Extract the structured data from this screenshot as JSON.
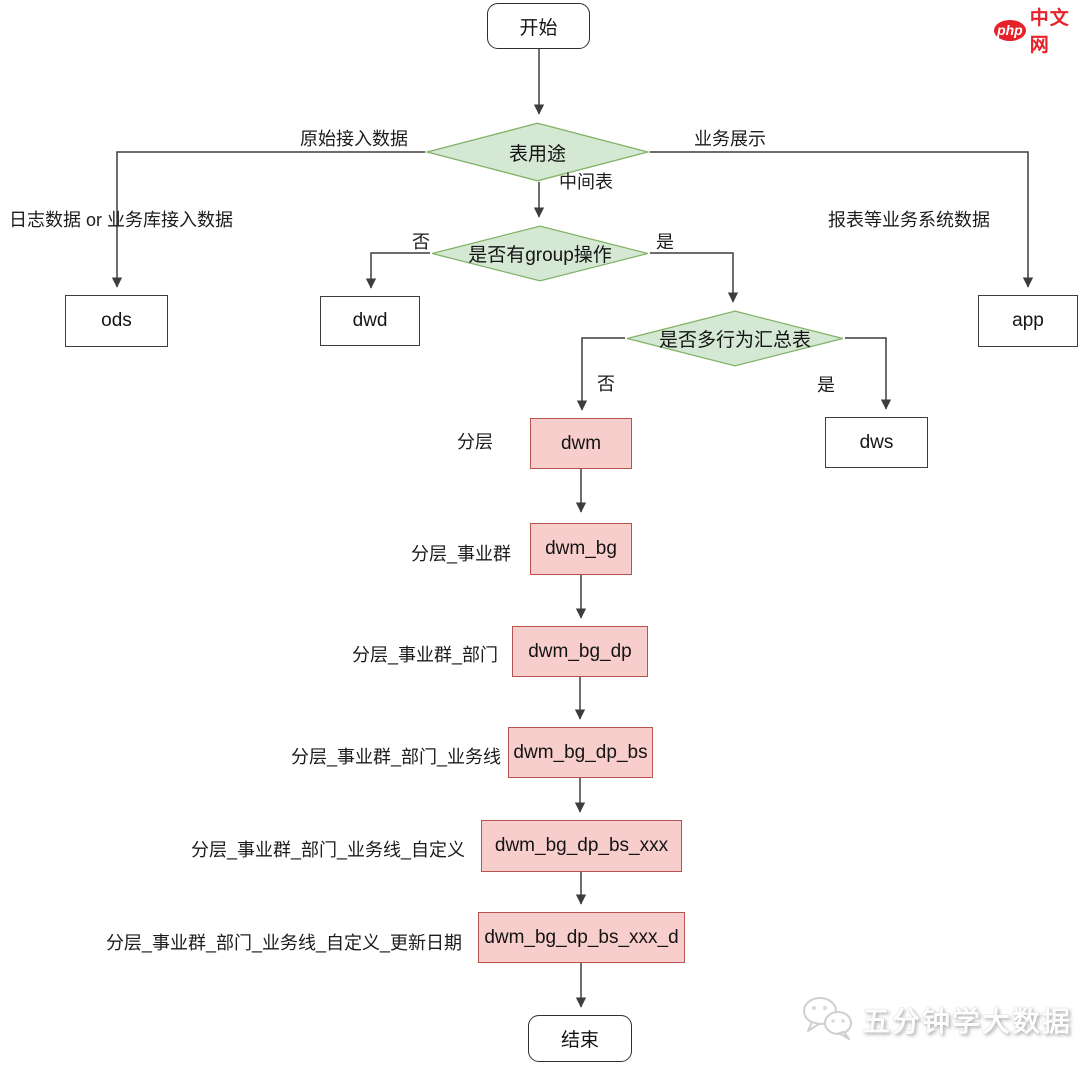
{
  "page": {
    "background": "#ffffff"
  },
  "logo": {
    "badge": "php",
    "text": "中文网",
    "color": "#e62129"
  },
  "watermark": {
    "text": "五分钟学大数据",
    "icon": "wechat-icon"
  },
  "colors": {
    "diamond_fill": "#d5e8d4",
    "diamond_border": "#82b366",
    "pink_fill": "#f8cecc",
    "pink_border": "#b85450",
    "box_border": "#3d3d3d",
    "line": "#3d3d3d"
  },
  "nodes": {
    "start": {
      "label": "开始",
      "type": "terminal"
    },
    "decision_usage": {
      "label": "表用途",
      "type": "decision"
    },
    "decision_group": {
      "label": "是否有group操作",
      "type": "decision"
    },
    "decision_multi": {
      "label": "是否多行为汇总表",
      "type": "decision"
    },
    "ods": {
      "label": "ods",
      "type": "process"
    },
    "dwd": {
      "label": "dwd",
      "type": "process"
    },
    "app": {
      "label": "app",
      "type": "process"
    },
    "dws": {
      "label": "dws",
      "type": "process"
    },
    "dwm": {
      "label": "dwm",
      "type": "process-pink"
    },
    "dwm_bg": {
      "label": "dwm_bg",
      "type": "process-pink"
    },
    "dwm_bg_dp": {
      "label": "dwm_bg_dp",
      "type": "process-pink"
    },
    "dwm_bg_dp_bs": {
      "label": "dwm_bg_dp_bs",
      "type": "process-pink"
    },
    "dwm_bg_dp_bs_xxx": {
      "label": "dwm_bg_dp_bs_xxx",
      "type": "process-pink"
    },
    "dwm_bg_dp_bs_xxx_d": {
      "label": "dwm_bg_dp_bs_xxx_d",
      "type": "process-pink"
    },
    "end": {
      "label": "结束",
      "type": "terminal"
    }
  },
  "edge_labels": {
    "raw_data": "原始接入数据",
    "business_display": "业务展示",
    "intermediate": "中间表",
    "group_no": "否",
    "group_yes": "是",
    "multi_no": "否",
    "multi_yes": "是"
  },
  "annotations": {
    "ods_note": "日志数据 or 业务库接入数据",
    "app_note": "报表等业务系统数据",
    "layer1": "分层",
    "layer2": "分层_事业群",
    "layer3": "分层_事业群_部门",
    "layer4": "分层_事业群_部门_业务线",
    "layer5": "分层_事业群_部门_业务线_自定义",
    "layer6": "分层_事业群_部门_业务线_自定义_更新日期"
  }
}
